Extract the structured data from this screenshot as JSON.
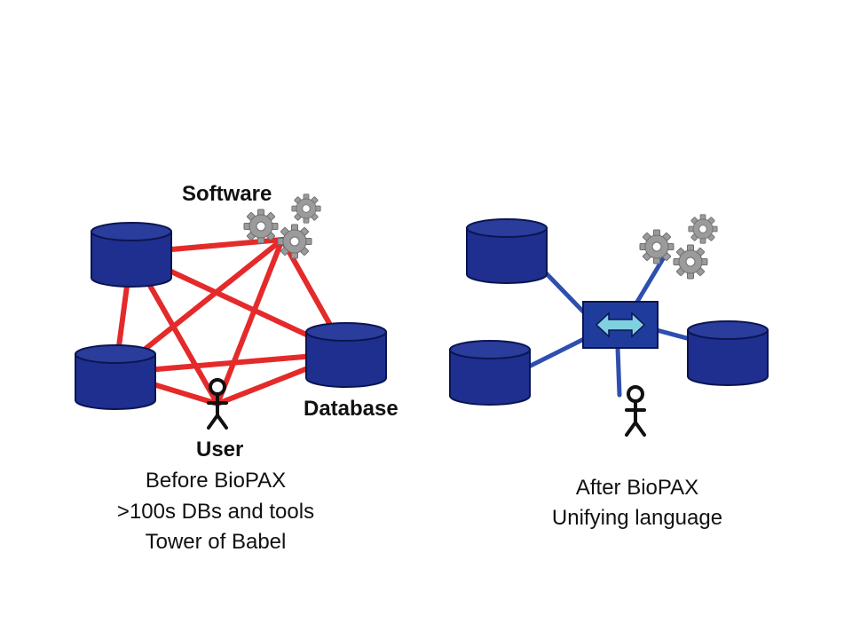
{
  "left_panel": {
    "labels": {
      "software": "Software",
      "database": "Database",
      "user": "User"
    },
    "caption": {
      "line1": "Before BioPAX",
      "line2": ">100s DBs and tools",
      "line3": "Tower of Babel"
    }
  },
  "right_panel": {
    "caption": {
      "line1": "After BioPAX",
      "line2": "Unifying language"
    }
  },
  "colors": {
    "database_fill": "#1f2f8f",
    "database_top": "#2a3c9c",
    "red_link": "#e42a2a",
    "blue_link": "#2f4fb0",
    "hub_fill": "#1f3c9c",
    "arrow_fill": "#7fd0e0",
    "gear_fill": "#9b9b9b"
  },
  "icons": [
    "database-icon",
    "gear-icon",
    "user-stick-figure-icon",
    "bidirectional-arrow-icon"
  ]
}
